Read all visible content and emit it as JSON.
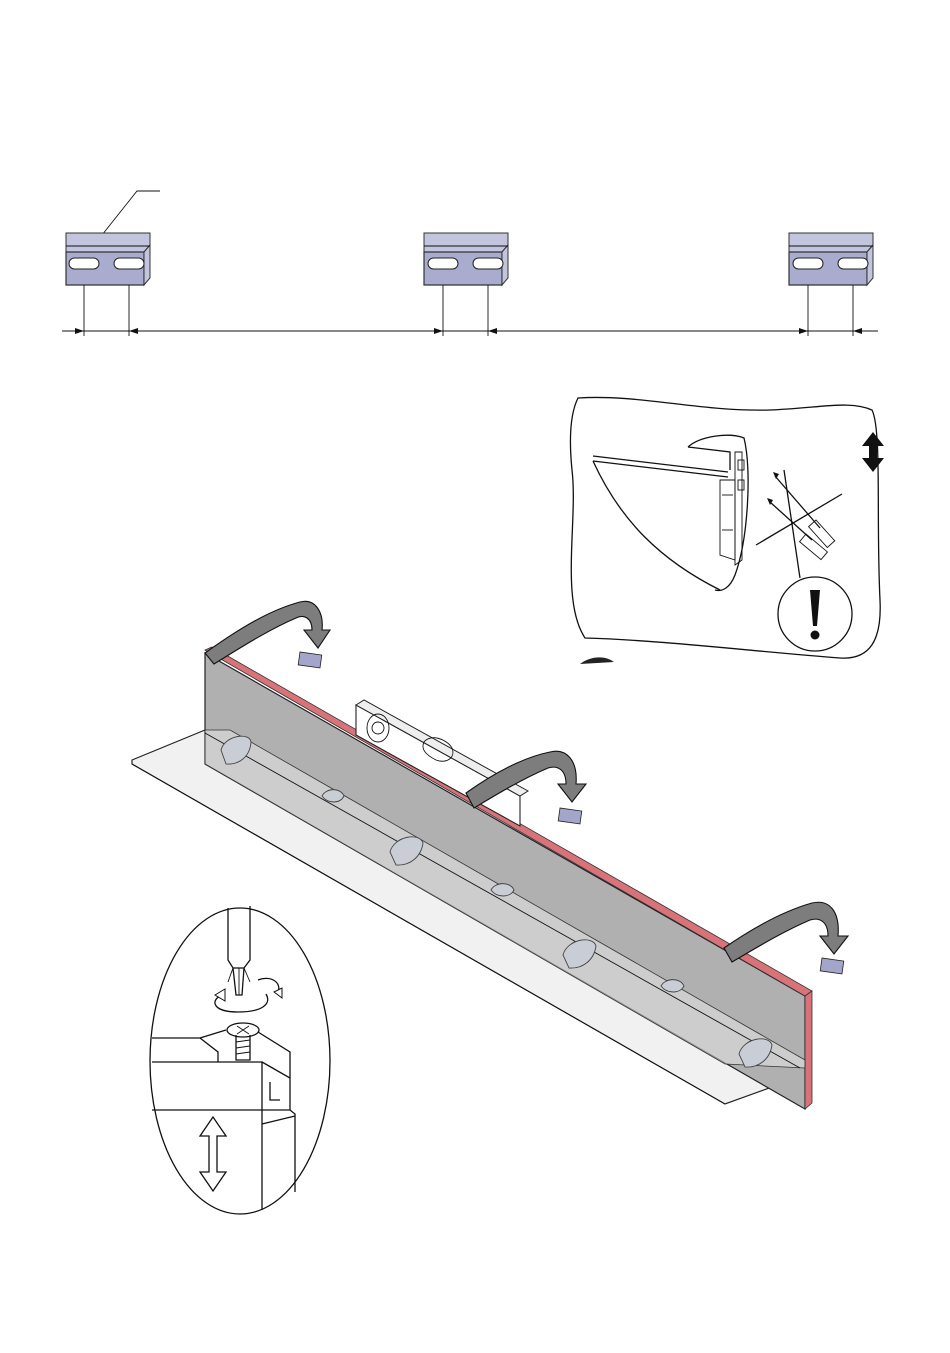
{
  "figure": {
    "rail_brackets": [
      {
        "id": "left"
      },
      {
        "id": "middle"
      },
      {
        "id": "right"
      }
    ],
    "shelf_clips": 7,
    "colors": {
      "bracket_fill": "#a9abcf",
      "panel_fill": "#b0b0b0",
      "panel_edge": "#d9737a",
      "glass_fill": "#f1f1f1",
      "arrow_fill": "#7d7d7d"
    },
    "icons": [
      "exclamation-icon",
      "vertical-double-arrow-icon",
      "screwdriver-icon",
      "rotate-arrow-icon",
      "no-screw-cross-icon"
    ]
  }
}
